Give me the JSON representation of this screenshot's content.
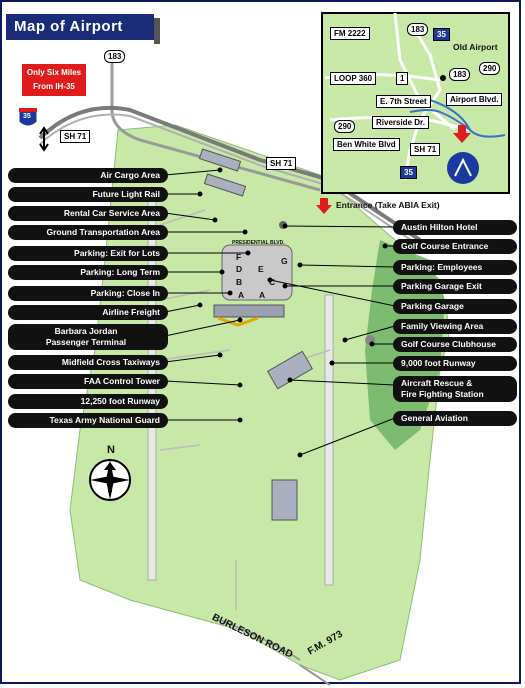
{
  "title": "Map of Airport",
  "promo": {
    "line1": "Only Six Miles",
    "line2": "From IH-35"
  },
  "road_shields": {
    "us183": "183",
    "i35_main": "35",
    "sh71_main": "SH 71"
  },
  "main_map": {
    "sh71_label": "SH 71",
    "entrance_label": "Entrance (Take ABIA Exit)",
    "burleson_road": "BURLESON ROAD",
    "fm973": "F.M. 973",
    "north_label": "N",
    "presidential_blvd": "PRESIDENTIAL BLVD.",
    "terminal_letters": [
      "F",
      "D",
      "B",
      "A",
      "E",
      "G",
      "C",
      "A"
    ]
  },
  "left_labels": [
    "Air Cargo Area",
    "Future Light Rail",
    "Rental Car Service Area",
    "Ground Transportation Area",
    "Parking: Exit for Lots",
    "Parking: Long Term",
    "Parking: Close In",
    "Airline Freight",
    "Barbara Jordan",
    "Passenger Terminal",
    "Midfield Cross Taxiways",
    "FAA Control Tower",
    "12,250 foot Runway",
    "Texas Army National Guard"
  ],
  "right_labels": [
    "Austin Hilton Hotel",
    "Golf Course Entrance",
    "Parking: Employees",
    "Parking Garage Exit",
    "Parking Garage",
    "Family Viewing Area",
    "Golf Course Clubhouse",
    "9,000 foot Runway",
    "Aircraft Rescue &",
    "Fire Fighting Station",
    "General Aviation"
  ],
  "inset": {
    "fm2222": "FM 2222",
    "us183_top": "183",
    "i35_top": "35",
    "old_airport": "Old Airport",
    "loop360": "LOOP 360",
    "route1": "1",
    "us183_mid": "183",
    "us290_right": "290",
    "e7th": "E. 7th Street",
    "airport_blvd": "Airport Blvd.",
    "us290_left": "290",
    "riverside": "Riverside Dr.",
    "ben_white": "Ben White Blvd",
    "sh71": "SH 71",
    "i35_bottom": "35"
  },
  "colors": {
    "title_bg": "#1a2b7a",
    "land": "#c8e8a8",
    "dark_green": "#5aa05a",
    "water": "#3a72c8",
    "red": "#e01b1b"
  }
}
